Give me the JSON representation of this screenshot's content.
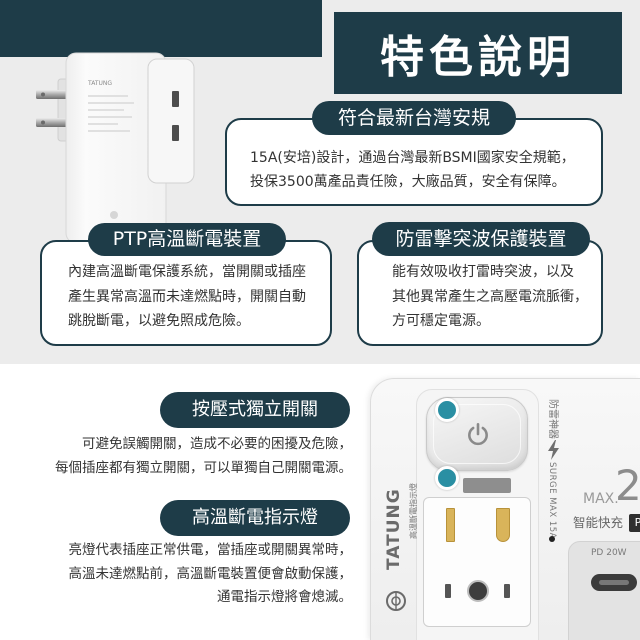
{
  "header": {
    "title": "特色說明"
  },
  "theme": {
    "primary": "#1e3c48",
    "accent": "#2a8fa3",
    "top_background": "#ececec",
    "bottom_background": "#ffffff",
    "socket_contact": "#d9b45a"
  },
  "top_features": {
    "safety": {
      "heading": "符合最新台灣安規",
      "lines": [
        "15A(安培)設計，通過台灣最新BSMI國家安全規範，",
        "投保3500萬產品責任險，大廠品質，安全有保障。"
      ]
    },
    "ptp": {
      "heading": "PTP高溫斷電裝置",
      "lines": [
        "內建高溫斷電保護系統，當開關或插座",
        "產生異常高溫而未達燃點時，開關自動",
        "跳脫斷電，以避免照成危險。"
      ]
    },
    "surge": {
      "heading": "防雷擊突波保護裝置",
      "lines": [
        "能有效吸收打雷時突波，以及",
        "其他異常產生之高壓電流脈衝，",
        "方可穩定電源。"
      ]
    }
  },
  "bottom_features": {
    "switch": {
      "heading": "按壓式獨立開關",
      "lines": [
        "可避免誤觸開關，造成不必要的困擾及危險，",
        "每個插座都有獨立開關，可以單獨自己開關電源。"
      ]
    },
    "indicator": {
      "heading": "高溫斷電指示燈",
      "lines": [
        "亮燈代表插座正常供電，當插座或開關異常時，",
        "高溫未達燃點前，高溫斷電裝置便會啟動保護，",
        "通電指示燈將會熄滅。"
      ]
    }
  },
  "plug_adapter": {
    "brand_label": "TATUNG"
  },
  "power_strip": {
    "brand": "TATUNG",
    "indicator_label": "高溫斷電指示燈",
    "surge_label": "防雷神器",
    "surge_spec": "SURGE MAX 15A",
    "max_prefix": "MAX.",
    "max_value": "2",
    "fast_charge": "智能快充",
    "fast_charge_badge": "P",
    "usb_label": "PD 20W"
  },
  "icons": {
    "power": "power-icon",
    "lightning": "lightning-icon",
    "logo": "tatung-logo-icon",
    "usb_c": "usb-c-port-icon",
    "callout_marker": "callout-dot-icon"
  }
}
